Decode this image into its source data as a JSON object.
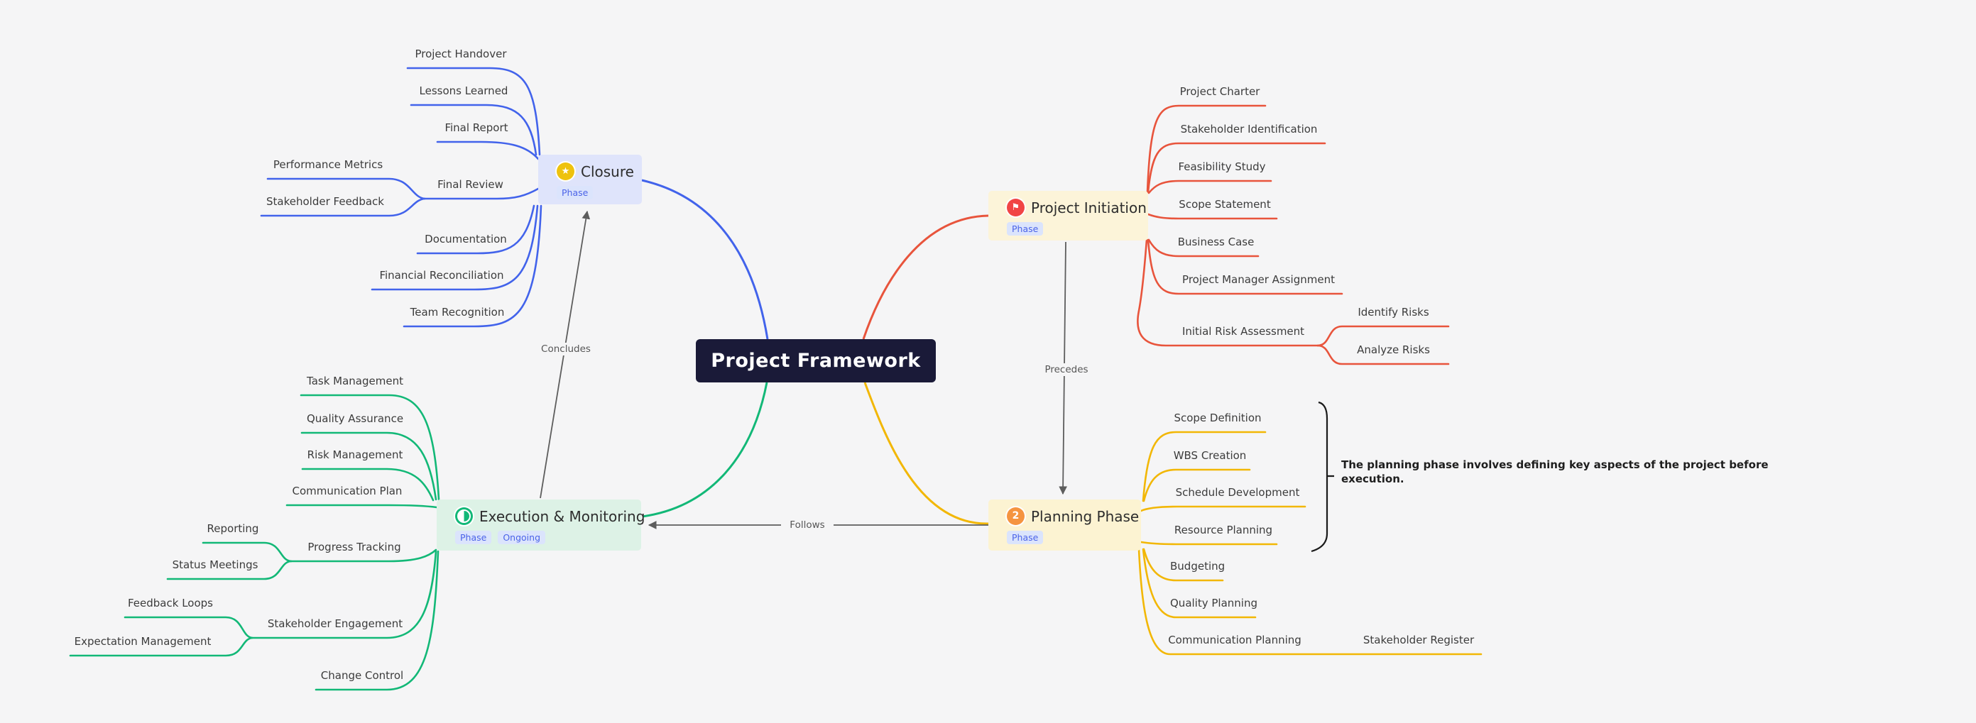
{
  "title": "Project Framework",
  "colors": {
    "closure_branch": "#4263eb",
    "initiation_branch": "#e8543c",
    "planning_branch": "#f2b705",
    "execution_branch": "#12b877",
    "link_arrow": "#5d5d5d",
    "title_bg": "#1a1a38",
    "badge_bg": "#dbe4fc",
    "badge_text": "#4b63e8",
    "closure_node_bg": "#dfe4fb",
    "initiation_node_bg": "#fcf4d9",
    "planning_node_bg": "#fcf3d2",
    "execution_node_bg": "#ddf2e6"
  },
  "nodes": {
    "closure": {
      "label": "Closure",
      "badge": "Phase",
      "icon": "star-icon"
    },
    "initiation": {
      "label": "Project Initiation",
      "badge": "Phase",
      "icon": "flag-icon"
    },
    "planning": {
      "label": "Planning Phase",
      "badge": "Phase",
      "icon_number": "2"
    },
    "execution": {
      "label": "Execution & Monitoring",
      "badge": "Phase",
      "badge2": "Ongoing",
      "icon": "half-circle-icon"
    }
  },
  "links": {
    "concludes": "Concludes",
    "precedes": "Precedes",
    "follows": "Follows"
  },
  "leaves": {
    "closure": {
      "project_handover": "Project Handover",
      "lessons_learned": "Lessons Learned",
      "final_report": "Final Report",
      "final_review": "Final Review",
      "performance_metrics": "Performance Metrics",
      "stakeholder_feedback": "Stakeholder Feedback",
      "documentation": "Documentation",
      "financial_reconciliation": "Financial Reconciliation",
      "team_recognition": "Team Recognition"
    },
    "initiation": {
      "project_charter": "Project Charter",
      "stakeholder_identification": "Stakeholder Identification",
      "feasibility_study": "Feasibility Study",
      "scope_statement": "Scope Statement",
      "business_case": "Business Case",
      "project_manager_assignment": "Project Manager Assignment",
      "initial_risk_assessment": "Initial Risk Assessment",
      "identify_risks": "Identify Risks",
      "analyze_risks": "Analyze Risks"
    },
    "planning": {
      "scope_definition": "Scope Definition",
      "wbs_creation": "WBS Creation",
      "schedule_development": "Schedule Development",
      "resource_planning": "Resource Planning",
      "budgeting": "Budgeting",
      "quality_planning": "Quality Planning",
      "communication_planning": "Communication Planning",
      "stakeholder_register": "Stakeholder Register"
    },
    "execution": {
      "task_management": "Task Management",
      "quality_assurance": "Quality Assurance",
      "risk_management": "Risk Management",
      "communication_plan": "Communication Plan",
      "progress_tracking": "Progress Tracking",
      "reporting": "Reporting",
      "status_meetings": "Status Meetings",
      "stakeholder_engagement": "Stakeholder Engagement",
      "feedback_loops": "Feedback Loops",
      "expectation_management": "Expectation Management",
      "change_control": "Change Control"
    }
  },
  "note": {
    "lines": [
      "The planning phase involves defining key aspects of the project before",
      "execution."
    ]
  }
}
